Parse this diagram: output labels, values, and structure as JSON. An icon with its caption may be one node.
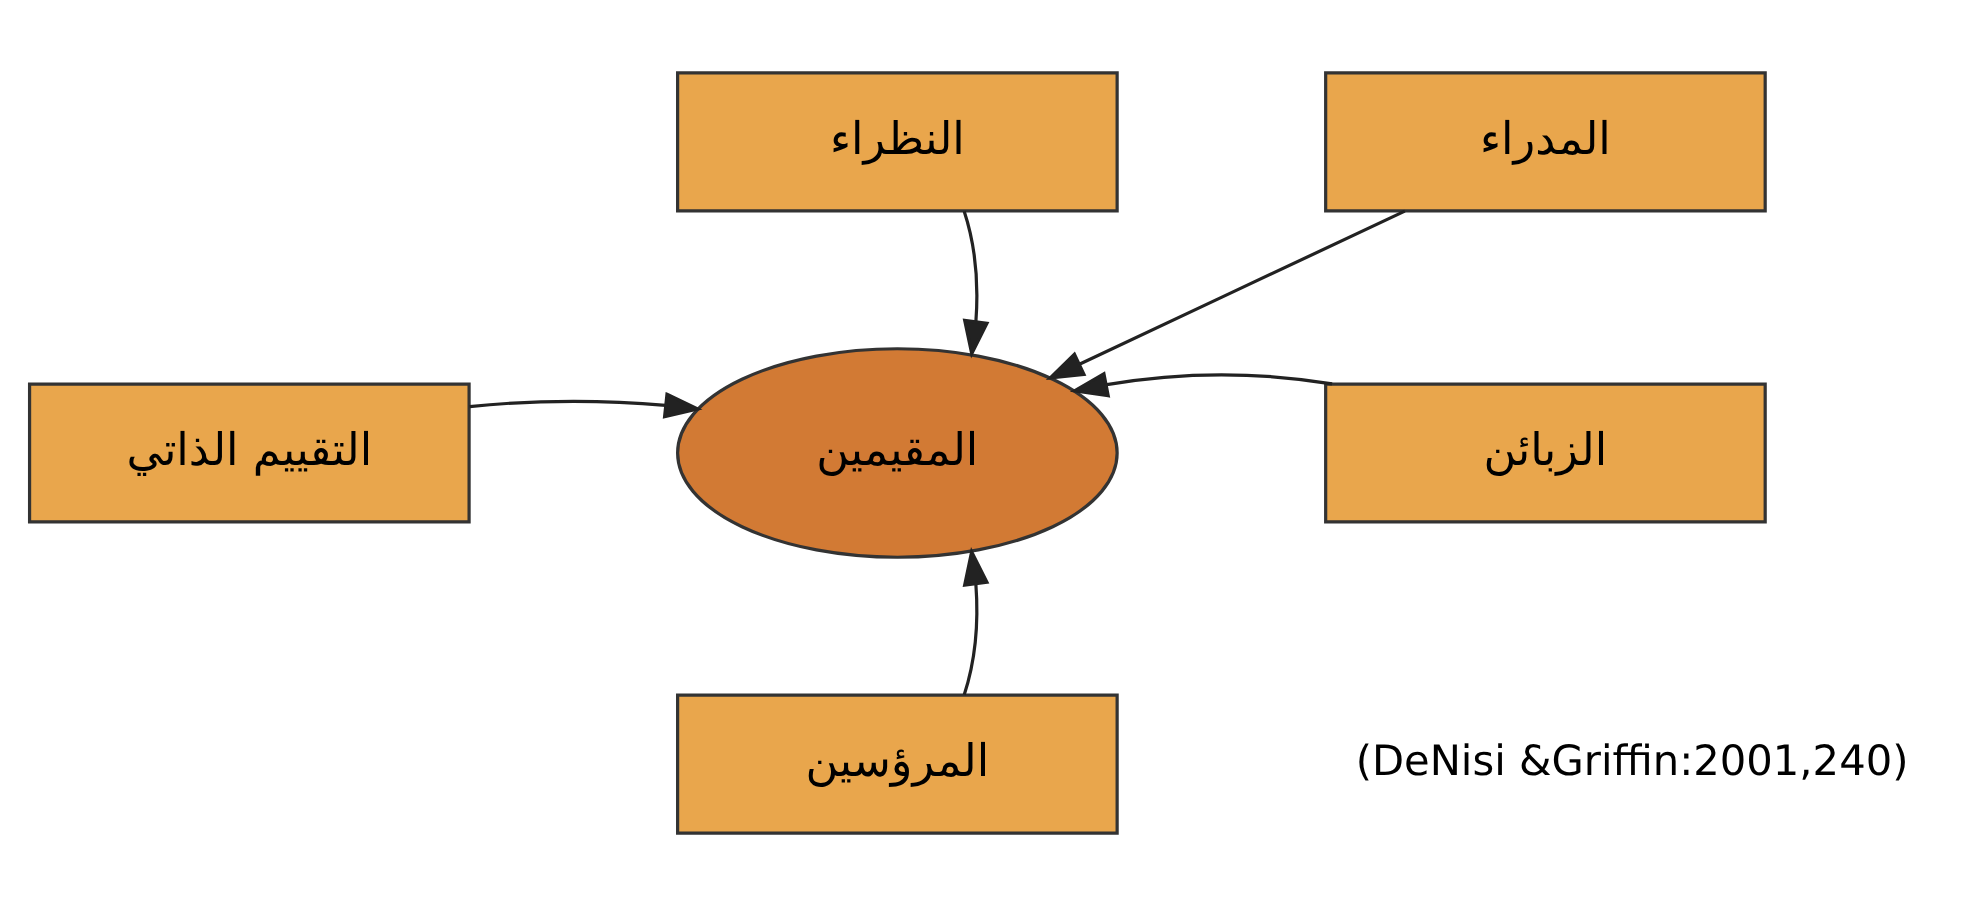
{
  "diagram": {
    "nodes": [
      {
        "text": [
          "النظراء"
        ]
      },
      {
        "text": [
          "المدراء"
        ]
      },
      {
        "text": [
          "التقييم الذاتي"
        ]
      },
      {
        "text": [
          "المقيمين"
        ]
      },
      {
        "text": [
          "الزبائن"
        ]
      },
      {
        "text": [
          "المرؤسين"
        ]
      }
    ],
    "edges": [
      {
        "from": 0,
        "to": 3,
        "arrow": "to"
      },
      {
        "from": 1,
        "to": 3,
        "arrow": "to"
      },
      {
        "from": 2,
        "to": 3,
        "arrow": "to"
      },
      {
        "from": 4,
        "to": 3,
        "arrow": "to"
      },
      {
        "from": 5,
        "to": 3,
        "arrow": "to"
      }
    ],
    "labels": [
      "(DeNisi &Griffin:2001,240)"
    ]
  }
}
